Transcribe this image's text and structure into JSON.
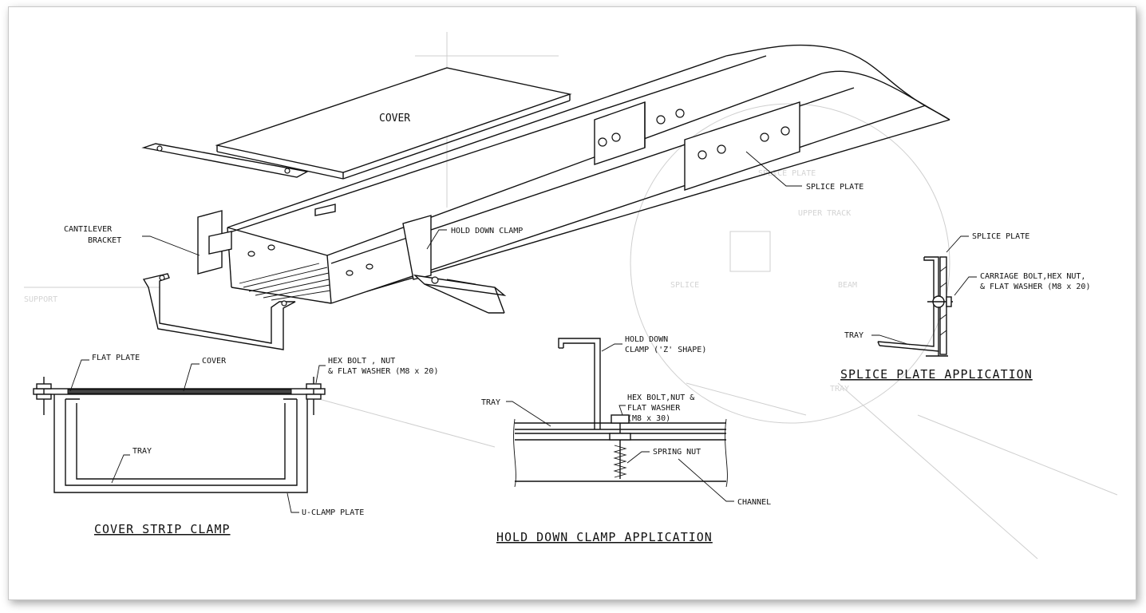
{
  "isometric": {
    "cover": "COVER",
    "cantilever_bracket_1": "CANTILEVER",
    "cantilever_bracket_2": "BRACKET",
    "hold_down_clamp": "HOLD DOWN CLAMP",
    "splice_plate": "SPLICE PLATE"
  },
  "cover_strip_clamp": {
    "title": "COVER STRIP CLAMP",
    "flat_plate": "FLAT PLATE",
    "cover": "COVER",
    "hex_bolt_1": "HEX BOLT , NUT",
    "hex_bolt_2": "& FLAT WASHER (M8 x 20)",
    "tray": "TRAY",
    "u_clamp_plate": "U-CLAMP PLATE"
  },
  "hold_down_clamp_application": {
    "title": "HOLD DOWN CLAMP APPLICATION",
    "clamp_1": "HOLD DOWN",
    "clamp_2": "CLAMP ('Z' SHAPE)",
    "tray": "TRAY",
    "hex_bolt_1": "HEX BOLT,NUT &",
    "hex_bolt_2": "FLAT WASHER",
    "hex_bolt_3": "(M8 x 30)",
    "spring_nut": "SPRING NUT",
    "channel": "CHANNEL"
  },
  "splice_plate_application": {
    "title": "SPLICE PLATE APPLICATION",
    "splice_plate": "SPLICE PLATE",
    "bolt_1": "CARRIAGE BOLT,HEX NUT,",
    "bolt_2": "& FLAT WASHER (M8 x 20)",
    "tray": "TRAY"
  }
}
